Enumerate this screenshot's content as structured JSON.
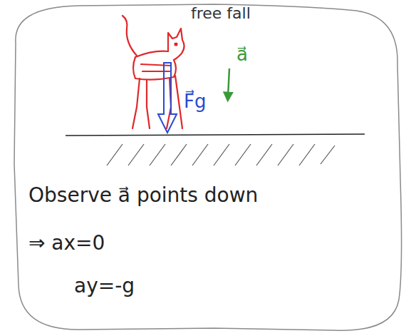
{
  "diagram": {
    "labels": [
      "free fall",
      "F⃗g",
      "a⃗",
      "Observe a⃗ points down",
      "⇒ ax=0",
      "ay=-g"
    ]
  }
}
